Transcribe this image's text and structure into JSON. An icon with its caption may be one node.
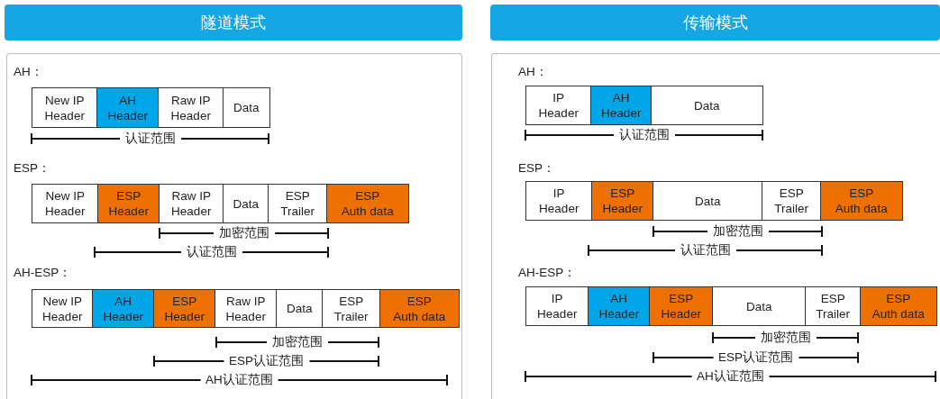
{
  "diagram": {
    "nodes": [
      {
        "text": [
          "隧道模式"
        ]
      },
      {
        "text": [],
        "shape": "box"
      },
      {
        "text": [
          "New IP Header"
        ],
        "in": 1
      },
      {
        "text": [
          "AH Header"
        ],
        "in": 1
      },
      {
        "text": [
          "Raw IP Header"
        ],
        "in": 1
      },
      {
        "text": [
          "Data"
        ],
        "in": 1
      },
      {
        "text": [
          "New IP Header"
        ],
        "in": 1
      },
      {
        "text": [
          "ESP Header"
        ],
        "in": 1
      },
      {
        "text": [
          "Raw IP Header"
        ],
        "in": 1
      },
      {
        "text": [
          "Data"
        ],
        "in": 1
      },
      {
        "text": [
          "ESP Trailer"
        ],
        "in": 1
      },
      {
        "text": [
          "ESP Auth data"
        ],
        "in": 1
      },
      {
        "text": [
          "New IP Header"
        ],
        "in": 1
      },
      {
        "text": [
          "AH Header"
        ],
        "in": 1
      },
      {
        "text": [
          "ESP Header"
        ],
        "in": 1
      },
      {
        "text": [
          "Raw IP Header"
        ],
        "in": 1
      },
      {
        "text": [
          "Data"
        ],
        "in": 1
      },
      {
        "text": [
          "ESP Trailer"
        ],
        "in": 1
      },
      {
        "text": [
          "ESP Auth data"
        ],
        "in": 1
      },
      {
        "text": [
          "传输模式"
        ]
      },
      {
        "text": [],
        "shape": "box"
      },
      {
        "text": [
          "IP Header"
        ],
        "in": 20
      },
      {
        "text": [
          "AH Header"
        ],
        "in": 20
      },
      {
        "text": [
          "Data"
        ],
        "in": 20
      },
      {
        "text": [
          "IP Header"
        ],
        "in": 20
      },
      {
        "text": [
          "ESP Header"
        ],
        "in": 20
      },
      {
        "text": [
          "Data"
        ],
        "in": 20
      },
      {
        "text": [
          "ESP Trailer"
        ],
        "in": 20
      },
      {
        "text": [
          "ESP Auth data"
        ],
        "in": 20
      },
      {
        "text": [
          "IP Header"
        ],
        "in": 20
      },
      {
        "text": [
          "AH Header"
        ],
        "in": 20
      },
      {
        "text": [
          "ESP Header"
        ],
        "in": 20
      },
      {
        "text": [
          "Data"
        ],
        "in": 20
      },
      {
        "text": [
          "ESP Trailer"
        ],
        "in": 20
      },
      {
        "text": [
          "ESP Auth data"
        ],
        "in": 20
      }
    ],
    "labels": [
      "AH：",
      "认证范围",
      "ESP：",
      "加密范围",
      "认证范围",
      "AH-ESP：",
      "加密范围",
      "ESP认证范围",
      "AH认证范围",
      "AH：",
      "认证范围",
      "ESP：",
      "加密范围",
      "认证范围",
      "AH-ESP：",
      "加密范围",
      "ESP认证范围",
      "AH认证范围"
    ]
  }
}
